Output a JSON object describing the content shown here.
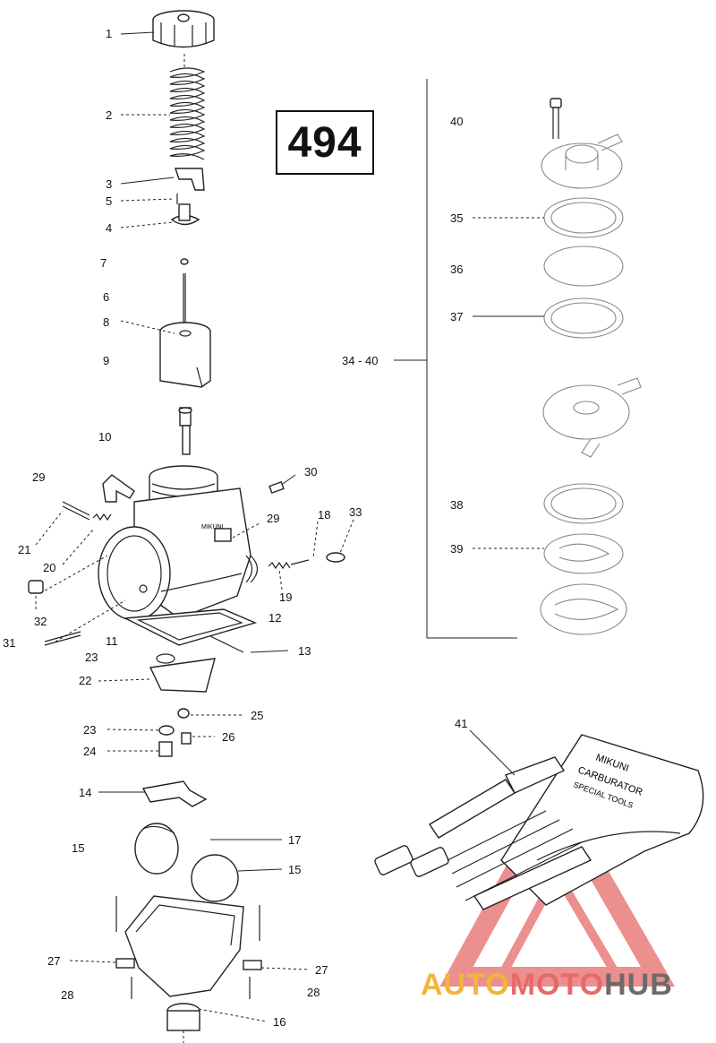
{
  "diagram": {
    "page_number": "494",
    "kit_range_label": "34 - 40",
    "tool_kit_text": [
      "MIKUNI",
      "CARBURATOR",
      "SPECIAL TOOLS"
    ],
    "callouts": [
      "1",
      "2",
      "3",
      "5",
      "4",
      "7",
      "6",
      "8",
      "9",
      "10",
      "29",
      "30",
      "29",
      "18",
      "33",
      "21",
      "20",
      "32",
      "31",
      "23",
      "11",
      "19",
      "12",
      "13",
      "22",
      "23",
      "25",
      "24",
      "26",
      "14",
      "15",
      "17",
      "15",
      "27",
      "27",
      "28",
      "28",
      "16",
      "40",
      "35",
      "36",
      "37",
      "38",
      "39",
      "41"
    ]
  },
  "watermark": {
    "words": [
      "AUTO",
      "MOTO",
      "HUB"
    ],
    "colors": [
      "#f0b53c",
      "#e66a6a",
      "#6b6b6b"
    ]
  }
}
